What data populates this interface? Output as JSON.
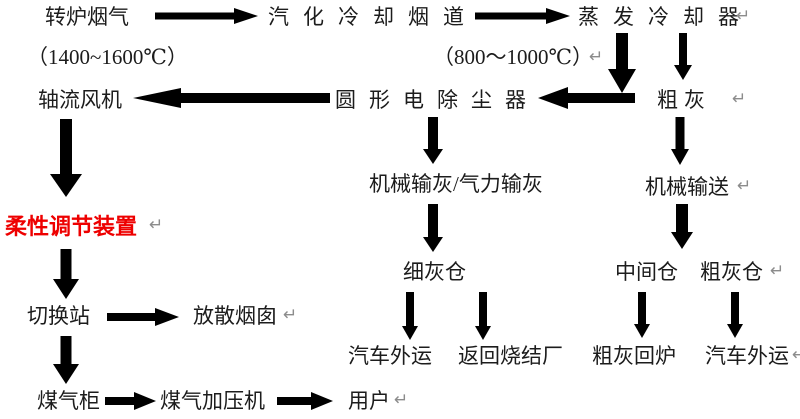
{
  "colors": {
    "text": "#1c1c1c",
    "highlight_red": "#ee0000",
    "arrow": "#000000",
    "return_mark": "#8c8c8c",
    "background": "#ffffff"
  },
  "marks": {
    "glyph": "↵"
  },
  "nodes": {
    "converter_gas": "转炉烟气",
    "vaporization_cooling_flue": "汽化冷却烟道",
    "evaporative_cooler": "蒸发冷却器",
    "temp_high": "（1400~1600℃）",
    "temp_mid": "（800～1000℃）",
    "axial_fan": "轴流风机",
    "circular_esp": "圆形电除尘器",
    "coarse_ash": "粗灰",
    "mech_ash_pneumatic": "机械输灰/气力输灰",
    "mech_conveying": "机械输送",
    "flexible_adjust_device": "柔性调节装置",
    "fine_ash_bin": "细灰仓",
    "middle_bin": "中间仓",
    "coarse_ash_bin": "粗灰仓",
    "switch_station": "切换站",
    "vent_stack": "放散烟囱",
    "truck_out_fine": "汽车外运",
    "return_to_sinter_plant": "返回烧结厂",
    "coarse_ash_to_furnace": "粗灰回炉",
    "truck_out_coarse": "汽车外运",
    "gas_holder": "煤气柜",
    "gas_booster": "煤气加压机",
    "users": "用户"
  },
  "edges": [
    [
      "converter_gas",
      "vaporization_cooling_flue"
    ],
    [
      "vaporization_cooling_flue",
      "evaporative_cooler"
    ],
    [
      "evaporative_cooler",
      "circular_esp"
    ],
    [
      "evaporative_cooler",
      "coarse_ash"
    ],
    [
      "circular_esp",
      "axial_fan"
    ],
    [
      "circular_esp",
      "mech_ash_pneumatic"
    ],
    [
      "coarse_ash",
      "mech_conveying"
    ],
    [
      "axial_fan",
      "flexible_adjust_device"
    ],
    [
      "flexible_adjust_device",
      "switch_station"
    ],
    [
      "switch_station",
      "vent_stack"
    ],
    [
      "switch_station",
      "gas_holder"
    ],
    [
      "gas_holder",
      "gas_booster"
    ],
    [
      "gas_booster",
      "users"
    ],
    [
      "mech_ash_pneumatic",
      "fine_ash_bin"
    ],
    [
      "fine_ash_bin",
      "truck_out_fine"
    ],
    [
      "fine_ash_bin",
      "return_to_sinter_plant"
    ],
    [
      "mech_conveying",
      "middle_bin"
    ],
    [
      "mech_conveying",
      "coarse_ash_bin"
    ],
    [
      "middle_bin",
      "coarse_ash_to_furnace"
    ],
    [
      "coarse_ash_bin",
      "truck_out_coarse"
    ]
  ]
}
